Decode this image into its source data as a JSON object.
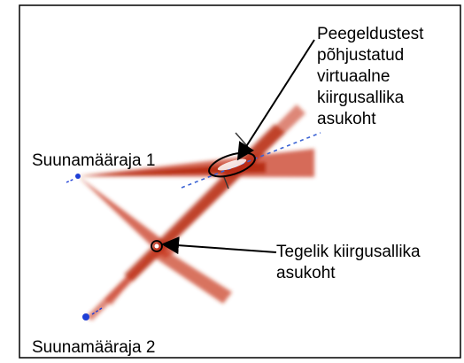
{
  "labels": {
    "station_1": "Suunamääraja 1",
    "station_2": "Suunamääraja 2",
    "virtual_source": [
      "Peegeldustest",
      "põhjustatud",
      "virtuaalne",
      "kiirgusallika",
      "asukoht"
    ],
    "real_source": [
      "Tegelik kiirgusallika",
      "asukoht"
    ]
  },
  "colors": {
    "beam": "#c8391f",
    "beam_core": "#b3270f",
    "station_dot": "#1f3fd6",
    "dashed_line": "#3b63d4",
    "arrow": "#000000",
    "border": "#000000"
  },
  "icons": {
    "station_1": "blue-dot-icon",
    "station_2": "blue-dot-icon"
  }
}
